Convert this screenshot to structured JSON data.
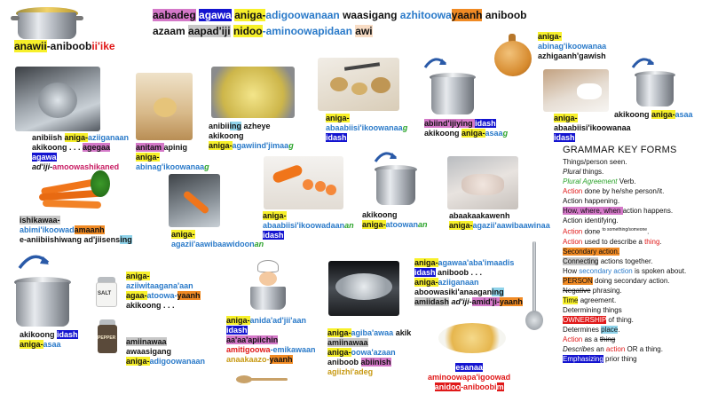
{
  "header": {
    "line1": [
      {
        "text": "aabadeg",
        "style": "m"
      },
      {
        "text": " ",
        "style": ""
      },
      {
        "text": "agawa",
        "style": "b"
      },
      {
        "text": " ",
        "style": ""
      },
      {
        "text": "aniga-",
        "style": "y"
      },
      {
        "text": "adigoowanaan",
        "style": "lb"
      },
      {
        "text": " waasigang ",
        "style": ""
      },
      {
        "text": "azhitoowa",
        "style": "lb"
      },
      {
        "text": "yaanh",
        "style": "o"
      },
      {
        "text": " aniboob",
        "style": ""
      }
    ],
    "line2": [
      {
        "text": "azaam",
        "style": ""
      },
      {
        "text": " ",
        "style": ""
      },
      {
        "text": "aapad'iji",
        "style": "g"
      },
      {
        "text": " ",
        "style": ""
      },
      {
        "text": "nidoo",
        "style": "y"
      },
      {
        "text": "-aminoowapidaan",
        "style": "lb"
      },
      {
        "text": " ",
        "style": ""
      },
      {
        "text": "awi",
        "style": "peach"
      }
    ],
    "brand": [
      {
        "text": "anawii",
        "style": "y"
      },
      {
        "text": "-aniboob",
        "style": ""
      },
      {
        "text": "ii'ike",
        "style": "r"
      }
    ]
  },
  "captions": {
    "c_onion": [
      [
        {
          "text": "aniga-",
          "style": "y"
        }
      ],
      [
        {
          "text": "abinag'ikoowanaa",
          "style": "lb"
        }
      ],
      [
        {
          "text": "azhigaanh'gawish",
          "style": ""
        }
      ]
    ],
    "c_chop": [
      [
        {
          "text": "aniga-",
          "style": "y"
        }
      ],
      [
        {
          "text": "abaabiisi'ikoowanaa",
          "style": ""
        }
      ],
      [
        {
          "text": "idash",
          "style": "b"
        }
      ]
    ],
    "c_pot_right": [
      [
        {
          "text": "akikoong ",
          "style": ""
        },
        {
          "text": "aniga-",
          "style": "y"
        },
        {
          "text": "asaa",
          "style": "lb"
        }
      ]
    ],
    "c_sink": [
      [
        {
          "text": "anibiish ",
          "style": ""
        },
        {
          "text": "aniga-",
          "style": "y"
        },
        {
          "text": "aziiganaan",
          "style": "lb"
        }
      ],
      [
        {
          "text": "akikoong . . . ",
          "style": ""
        },
        {
          "text": "agegaa",
          "style": "m"
        }
      ],
      [
        {
          "text": "agawa",
          "style": "b"
        }
      ],
      [
        {
          "text": "ad'iji-",
          "style": "it"
        },
        {
          "text": "amoowashikaned",
          "style": "pk"
        }
      ]
    ],
    "c_peel": [
      [
        {
          "text": "anitam ",
          "style": "m"
        },
        {
          "text": "apinig",
          "style": ""
        }
      ],
      [
        {
          "text": "aniga-",
          "style": "y"
        }
      ],
      [
        {
          "text": "abinag'ikoowanaa",
          "style": "lb"
        },
        {
          "text": "g",
          "style": "gr"
        }
      ]
    ],
    "c_potatoes": [
      [
        {
          "text": "anibii",
          "style": ""
        },
        {
          "text": "ing",
          "style": "lbbg"
        },
        {
          "text": " azheye",
          "style": ""
        }
      ],
      [
        {
          "text": "akikoong",
          "style": ""
        }
      ],
      [
        {
          "text": "aniga-",
          "style": "y"
        },
        {
          "text": "agawiind'jimaa",
          "style": "lb"
        },
        {
          "text": "g",
          "style": "gr"
        }
      ]
    ],
    "c_dice": [
      [
        {
          "text": "aniga-",
          "style": "y"
        }
      ],
      [
        {
          "text": "abaabiisi'ikoowanaa",
          "style": "lb"
        },
        {
          "text": "g",
          "style": "gr"
        }
      ],
      [
        {
          "text": "idash",
          "style": "b"
        }
      ]
    ],
    "c_pot_top": [
      [
        {
          "text": "abiind'ijiying ",
          "style": "m"
        },
        {
          "text": "idash",
          "style": "b"
        }
      ],
      [
        {
          "text": "akikoong ",
          "style": ""
        },
        {
          "text": "aniga-",
          "style": "y"
        },
        {
          "text": "asaa",
          "style": "lb"
        },
        {
          "text": "g",
          "style": "gr"
        }
      ]
    ],
    "c_carrots": [
      [
        {
          "text": "ishikawaa-",
          "style": "g"
        }
      ],
      [
        {
          "text": "abimi'ikoowad",
          "style": "lb"
        },
        {
          "text": "amaanh",
          "style": "o"
        }
      ],
      [
        {
          "text": "e-aniibiishiwang",
          "style": ""
        },
        {
          "text": " ",
          "style": ""
        },
        {
          "text": "ad'jiisens",
          "style": ""
        },
        {
          "text": "ing",
          "style": "lbbg"
        }
      ]
    ],
    "c_wash_carrot": [
      [
        {
          "text": "aniga-",
          "style": "y"
        }
      ],
      [
        {
          "text": "agazii'aawibaawidoon",
          "style": "lb"
        },
        {
          "text": "an",
          "style": "gr"
        }
      ]
    ],
    "c_sliced": [
      [
        {
          "text": "aniga-",
          "style": "y"
        }
      ],
      [
        {
          "text": "abaabiisi'ikoowadaan",
          "style": "lb"
        },
        {
          "text": "an",
          "style": "gr"
        }
      ],
      [
        {
          "text": "idash",
          "style": "b"
        }
      ]
    ],
    "c_pot_mid": [
      [
        {
          "text": "akikoong",
          "style": ""
        }
      ],
      [
        {
          "text": "aniga-",
          "style": "y"
        },
        {
          "text": "atoowan",
          "style": "lb"
        },
        {
          "text": "an",
          "style": "gr"
        }
      ]
    ],
    "c_meat": [
      [
        {
          "text": "abaakaakawenh",
          "style": ""
        }
      ],
      [
        {
          "text": "aniga-",
          "style": "y"
        },
        {
          "text": "agazii'aawibaawinaa",
          "style": "lb"
        }
      ]
    ],
    "c_pot_bottom": [
      [
        {
          "text": "akikoong ",
          "style": ""
        },
        {
          "text": "idash",
          "style": "b"
        }
      ],
      [
        {
          "text": "aniga-",
          "style": "y"
        },
        {
          "text": "asaa",
          "style": "lb"
        }
      ]
    ],
    "c_salt": [
      [
        {
          "text": "aniga-",
          "style": "y"
        }
      ],
      [
        {
          "text": "aziiwitaagana'aan",
          "style": "lb"
        }
      ],
      [
        {
          "text": "agaa-",
          "style": "y"
        },
        {
          "text": "atoowa-",
          "style": "lb"
        },
        {
          "text": "yaanh",
          "style": "o"
        }
      ],
      [
        {
          "text": "akikoong . . .",
          "style": ""
        }
      ]
    ],
    "c_pepper": [
      [
        {
          "text": "amiinawaa",
          "style": "g"
        }
      ],
      [
        {
          "text": "awaasigang",
          "style": ""
        }
      ],
      [
        {
          "text": "aniga-",
          "style": "y"
        },
        {
          "text": "adigoowanaan",
          "style": "lb"
        }
      ]
    ],
    "c_chef": [
      [
        {
          "text": "aniga-",
          "style": "y"
        },
        {
          "text": "anida'ad'jii'aan",
          "style": "lb"
        }
      ],
      [
        {
          "text": "idash",
          "style": "b"
        }
      ],
      [
        {
          "text": "aa'aa'apiichin",
          "style": "m"
        }
      ],
      [
        {
          "text": "amitigoowa",
          "style": "r"
        },
        {
          "text": "-emikawaan",
          "style": "lb"
        }
      ],
      [
        {
          "text": "anaakaazo-",
          "style": "gd"
        },
        {
          "text": "yaanh",
          "style": "o"
        }
      ]
    ],
    "c_boil": [
      [
        {
          "text": "aniga-",
          "style": "y"
        },
        {
          "text": "agiba'awaa",
          "style": "lb"
        },
        {
          "text": " akik",
          "style": ""
        }
      ],
      [
        {
          "text": "amiinawaa",
          "style": "g"
        }
      ],
      [
        {
          "text": "aniga-",
          "style": "y"
        },
        {
          "text": "oowa'azaan",
          "style": "lb"
        }
      ],
      [
        {
          "text": "aniboob ",
          "style": ""
        },
        {
          "text": "abiinish",
          "style": "m"
        }
      ],
      [
        {
          "text": "agiizhi'adeg",
          "style": "gd"
        }
      ]
    ],
    "c_ladle": [
      [
        {
          "text": "aniga-",
          "style": "y"
        },
        {
          "text": "agawaa'aba'imaadis",
          "style": "lb"
        }
      ],
      [
        {
          "text": "idash",
          "style": "b"
        },
        {
          "text": " aniboob . . .",
          "style": ""
        }
      ],
      [
        {
          "text": "aniga-",
          "style": "y"
        },
        {
          "text": "aziiganaan",
          "style": "lb"
        }
      ],
      [
        {
          "text": "aboowasiki'anaagan",
          "style": ""
        },
        {
          "text": "ing",
          "style": "lbbg"
        }
      ],
      [
        {
          "text": "amiidash",
          "style": "g"
        },
        {
          "text": " ad'iji-",
          "style": "it"
        },
        {
          "text": "amid'ji-",
          "style": "m"
        },
        {
          "text": "yaanh",
          "style": "o"
        }
      ]
    ],
    "c_soup": [
      [
        {
          "text": "esanaa",
          "style": "b"
        }
      ],
      [
        {
          "text": "aminoowapa'igoowad",
          "style": "r"
        }
      ],
      [
        {
          "text": "anidoo",
          "style": "rb"
        },
        {
          "text": "-aniboobi",
          "style": "r"
        },
        {
          "text": "m",
          "style": "rb"
        }
      ]
    ]
  },
  "grammar_key": {
    "heading": "GRAMMAR KEY FORMS",
    "items": [
      [
        {
          "text": "Things/person seen.",
          "style": ""
        }
      ],
      [
        {
          "text": "Plural",
          "style": "it"
        },
        {
          "text": " things.",
          "style": ""
        }
      ],
      [
        {
          "text": "Plural Agreement",
          "style": "gr"
        },
        {
          "text": " Verb.",
          "style": ""
        }
      ],
      [
        {
          "text": "Action",
          "style": "r"
        },
        {
          "text": " done by he/she person/it.",
          "style": ""
        }
      ],
      [
        {
          "text": "Action happening.",
          "style": ""
        }
      ],
      [
        {
          "text": "How, where, when ",
          "style": "m"
        },
        {
          "text": "action happens.",
          "style": ""
        }
      ],
      [
        {
          "text": "Action identifying.",
          "style": ""
        }
      ],
      [
        {
          "text": "Action",
          "style": "r"
        },
        {
          "text": " done ",
          "style": ""
        },
        {
          "text": "to something/someone",
          "style": "sup"
        },
        {
          "text": ".",
          "style": ""
        }
      ],
      [
        {
          "text": "Action",
          "style": "r"
        },
        {
          "text": " used to describe a ",
          "style": ""
        },
        {
          "text": "thing",
          "style": "r"
        },
        {
          "text": ".",
          "style": ""
        }
      ],
      [
        {
          "text": "Secondary action.",
          "style": "o"
        }
      ],
      [
        {
          "text": "Connecting",
          "style": "g"
        },
        {
          "text": " actions together.",
          "style": ""
        }
      ],
      [
        {
          "text": "How ",
          "style": ""
        },
        {
          "text": "secondary action",
          "style": "lb"
        },
        {
          "text": " is spoken about.",
          "style": ""
        }
      ],
      [
        {
          "text": "PERSON",
          "style": "o"
        },
        {
          "text": " doing secondary action.",
          "style": ""
        }
      ],
      [
        {
          "text": "Negative",
          "style": "strike"
        },
        {
          "text": " phrasing.",
          "style": ""
        }
      ],
      [
        {
          "text": "Time",
          "style": "y"
        },
        {
          "text": " agreement.",
          "style": ""
        }
      ],
      [
        {
          "text": "Determining ",
          "style": ""
        },
        {
          "text": "things",
          "style": ""
        }
      ],
      [
        {
          "text": "OWNERSHIP",
          "style": "rb"
        },
        {
          "text": " of thing.",
          "style": ""
        }
      ],
      [
        {
          "text": "Determines ",
          "style": ""
        },
        {
          "text": "place",
          "style": "lbbg"
        },
        {
          "text": ".",
          "style": ""
        }
      ],
      [
        {
          "text": "Action",
          "style": "r"
        },
        {
          "text": " as a ",
          "style": ""
        },
        {
          "text": "thing",
          "style": "strike"
        }
      ],
      [
        {
          "text": "Describes",
          "style": "it"
        },
        {
          "text": " an ",
          "style": ""
        },
        {
          "text": "action",
          "style": "r"
        },
        {
          "text": " OR a ",
          "style": ""
        },
        {
          "text": "thing",
          "style": ""
        },
        {
          "text": ".",
          "style": ""
        }
      ],
      [
        {
          "text": "Emphasizing",
          "style": "b"
        },
        {
          "text": " prior thing",
          "style": ""
        }
      ]
    ]
  },
  "pictures": {
    "salt_label": "SALT",
    "pepper_label": "PEPPER"
  }
}
